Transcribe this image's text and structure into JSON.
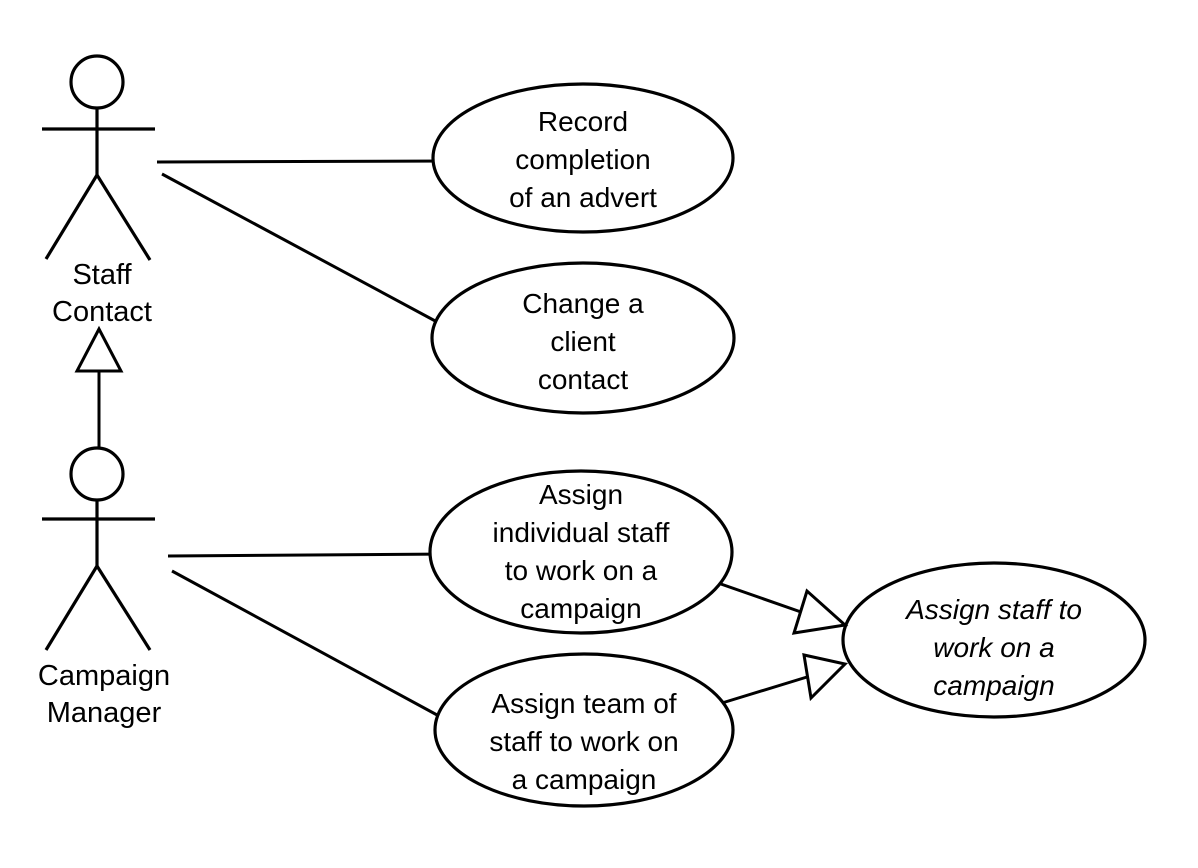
{
  "colors": {
    "background": "#ffffff",
    "stroke": "#000000",
    "text": "#000000"
  },
  "actors": [
    {
      "id": "staff-contact",
      "label_lines": [
        "Staff",
        "Contact"
      ]
    },
    {
      "id": "campaign-manager",
      "label_lines": [
        "Campaign",
        "Manager"
      ]
    }
  ],
  "use_cases": [
    {
      "id": "record-completion-of-an-advert",
      "lines": [
        "Record",
        "completion",
        "of an advert"
      ],
      "abstract": false
    },
    {
      "id": "change-a-client-contact",
      "lines": [
        "Change a",
        "client",
        "contact"
      ],
      "abstract": false
    },
    {
      "id": "assign-individual-staff-to-work-on-a-campaign",
      "lines": [
        "Assign",
        "individual staff",
        "to work on a",
        "campaign"
      ],
      "abstract": false
    },
    {
      "id": "assign-team-of-staff-to-work-on-a-campaign",
      "lines": [
        "Assign team of",
        "staff to work on",
        "a campaign"
      ],
      "abstract": false
    },
    {
      "id": "assign-staff-to-work-on-a-campaign",
      "lines": [
        "Assign staff to",
        "work on a",
        "campaign"
      ],
      "abstract": true
    }
  ],
  "relationships": [
    {
      "type": "association",
      "from": "staff-contact",
      "to": "record-completion-of-an-advert"
    },
    {
      "type": "association",
      "from": "staff-contact",
      "to": "change-a-client-contact"
    },
    {
      "type": "generalization",
      "from": "campaign-manager",
      "to": "staff-contact"
    },
    {
      "type": "association",
      "from": "campaign-manager",
      "to": "assign-individual-staff-to-work-on-a-campaign"
    },
    {
      "type": "association",
      "from": "campaign-manager",
      "to": "assign-team-of-staff-to-work-on-a-campaign"
    },
    {
      "type": "generalization",
      "from": "assign-individual-staff-to-work-on-a-campaign",
      "to": "assign-staff-to-work-on-a-campaign"
    },
    {
      "type": "generalization",
      "from": "assign-team-of-staff-to-work-on-a-campaign",
      "to": "assign-staff-to-work-on-a-campaign"
    }
  ]
}
